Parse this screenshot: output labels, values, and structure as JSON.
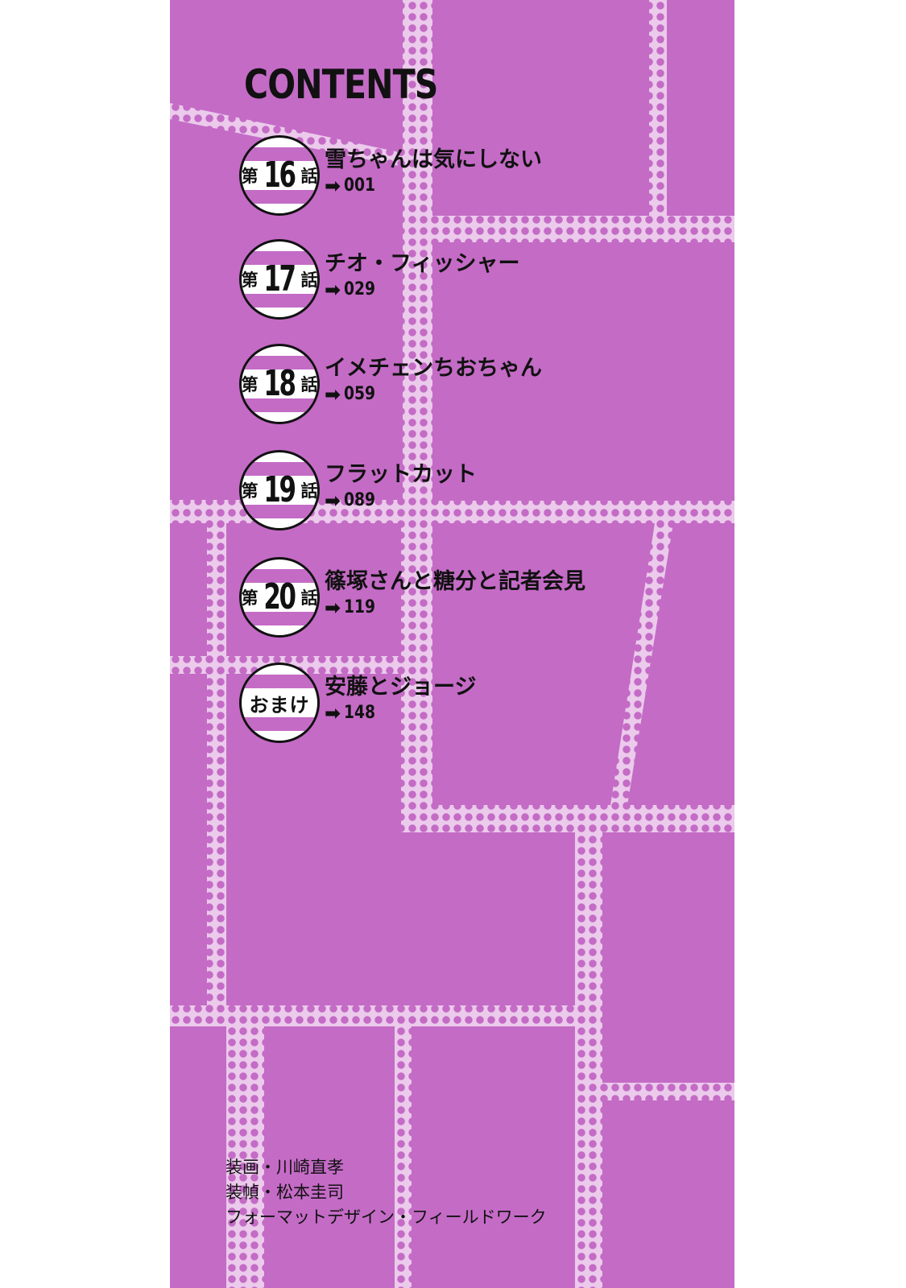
{
  "colors": {
    "panel": "#c46bc6",
    "tint": "#ebcaeb",
    "badge_stripe": "#c46bc6",
    "text": "#111111"
  },
  "toc": {
    "heading": "CONTENTS",
    "entries": [
      {
        "prefix": "第",
        "number": "16",
        "suffix": "話",
        "title": "雪ちゃんは気にしない",
        "page": "001"
      },
      {
        "prefix": "第",
        "number": "17",
        "suffix": "話",
        "title": "チオ・フィッシャー",
        "page": "029"
      },
      {
        "prefix": "第",
        "number": "18",
        "suffix": "話",
        "title": "イメチェンちおちゃん",
        "page": "059"
      },
      {
        "prefix": "第",
        "number": "19",
        "suffix": "話",
        "title": "フラットカット",
        "page": "089"
      },
      {
        "prefix": "第",
        "number": "20",
        "suffix": "話",
        "title": "篠塚さんと糖分と記者会見",
        "page": "119"
      }
    ],
    "extra": {
      "label": "おまけ",
      "title": "安藤とジョージ",
      "page": "148"
    },
    "arrow_icon": "right-arrow-icon",
    "arrow_glyph": "➡"
  },
  "credits": [
    "装画・川崎直孝",
    "装幀・松本圭司",
    "フォーマットデザイン・フィールドワーク"
  ]
}
